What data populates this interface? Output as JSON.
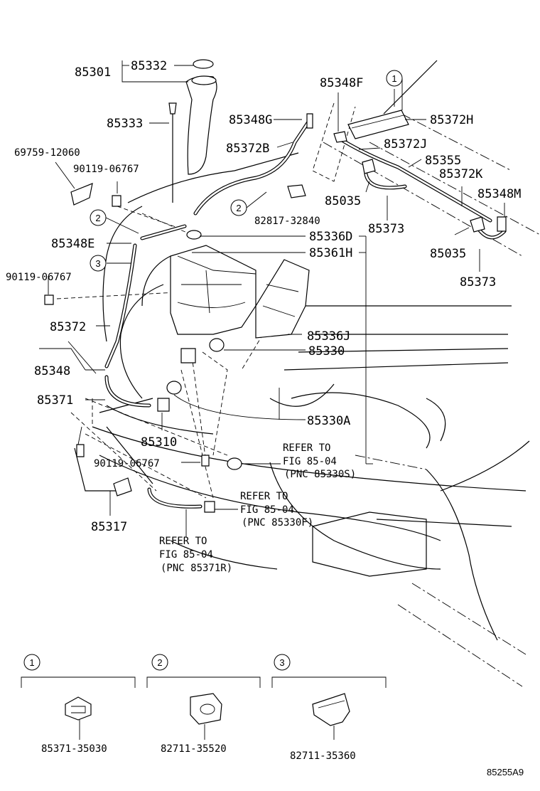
{
  "labels": {
    "p85301": "85301",
    "p85332": "85332",
    "p85333": "85333",
    "p69759": "69759-12060",
    "p90119a": "90119-06767",
    "p85348F": "85348F",
    "p85348G": "85348G",
    "p85372H": "85372H",
    "p85372B": "85372B",
    "p85372J": "85372J",
    "p85355": "85355",
    "p85372K": "85372K",
    "p85035a": "85035",
    "p85348M": "85348M",
    "p82817": "82817-32840",
    "p85373a": "85373",
    "p85348E": "85348E",
    "p85336D": "85336D",
    "p85361H": "85361H",
    "p85035b": "85035",
    "p90119b": "90119-06767",
    "p85373b": "85373",
    "p85372": "85372",
    "p85336J": "85336J",
    "p85348": "85348",
    "p85330": "85330",
    "p85371": "85371",
    "p85330A": "85330A",
    "p85310": "85310",
    "p90119c": "90119-06767",
    "p85317": "85317"
  },
  "callouts": [
    {
      "refer": "REFER TO",
      "fig": "FIG 85-04",
      "pnc": "(PNC 85330S)"
    },
    {
      "refer": "REFER TO",
      "fig": "FIG 85-04",
      "pnc": "(PNC 85330F)"
    },
    {
      "refer": "REFER TO",
      "fig": "FIG 85-04",
      "pnc": "(PNC 85371R)"
    }
  ],
  "markers": [
    "1",
    "2",
    "3"
  ],
  "legend": [
    {
      "marker": "1",
      "part": "85371-35030"
    },
    {
      "marker": "2",
      "part": "82711-35520"
    },
    {
      "marker": "3",
      "part": "82711-35360"
    }
  ],
  "illustration_id": "85255A9"
}
